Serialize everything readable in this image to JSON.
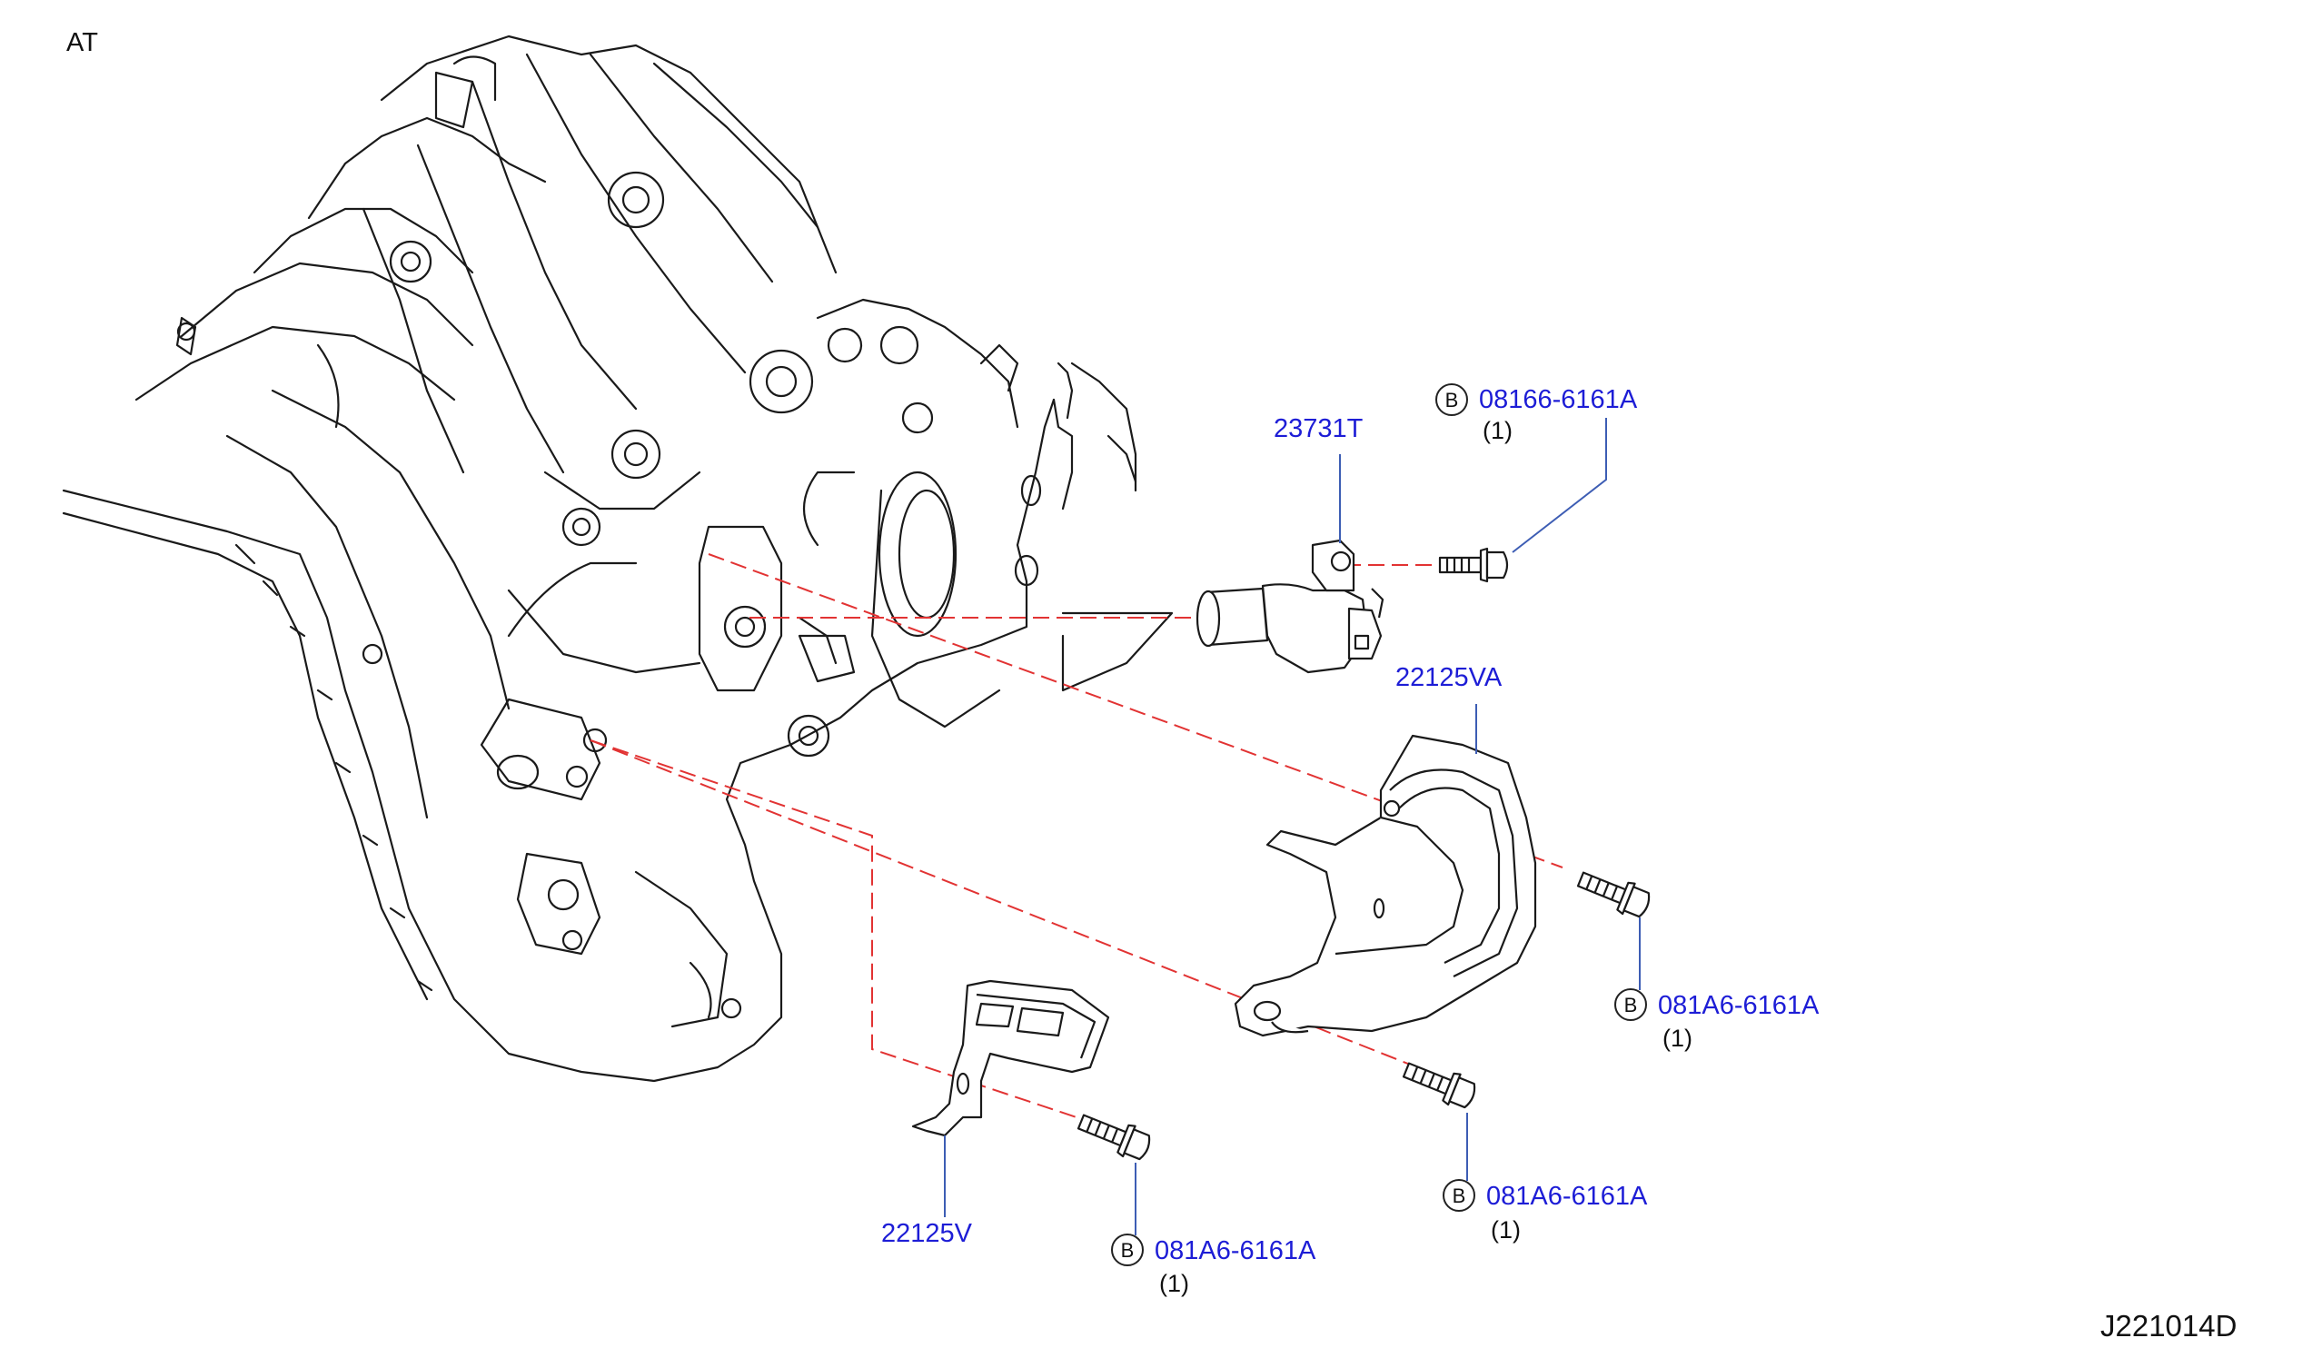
{
  "header": {
    "variant": "AT"
  },
  "footer": {
    "diagram_code": "J221014D"
  },
  "colors": {
    "part_label": "#1d1dd6",
    "guide_line": "#e23333",
    "leader_line": "#3d5db4",
    "drawing": "#1a1a1a"
  },
  "parts": {
    "sensor": {
      "number": "23731T"
    },
    "bracket_large": {
      "number": "22125VA"
    },
    "bracket_small": {
      "number": "22125V"
    }
  },
  "bolts": {
    "sensor_bolt": {
      "mark": "B",
      "number": "08166-6161A",
      "qty": "(1)"
    },
    "large_bracket_bolt_upper": {
      "mark": "B",
      "number": "081A6-6161A",
      "qty": "(1)"
    },
    "large_bracket_bolt_lower": {
      "mark": "B",
      "number": "081A6-6161A",
      "qty": "(1)"
    },
    "small_bracket_bolt": {
      "mark": "B",
      "number": "081A6-6161A",
      "qty": "(1)"
    }
  }
}
